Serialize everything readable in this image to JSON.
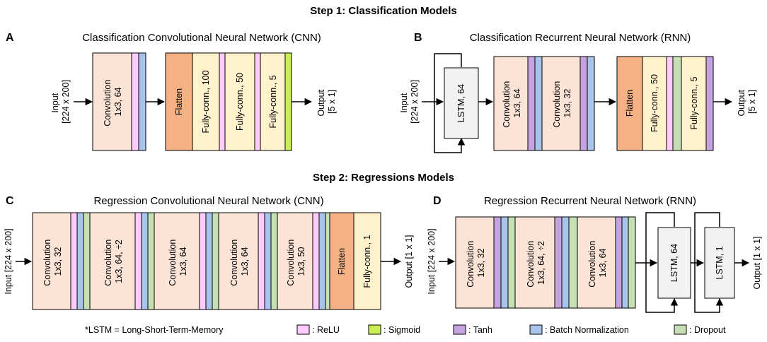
{
  "step1_title": "Step 1: Classification Models",
  "step2_title": "Step 2: Regressions Models",
  "colors": {
    "conv": "#fbe3d6",
    "flatten": "#f4b183",
    "fc": "#fff2cc",
    "relu": "#ffccff",
    "sigmoid": "#ccee55",
    "tanh": "#c4a3e0",
    "batchnorm": "#a9c4eb",
    "dropout": "#c5e0b4",
    "lstm": "#f2f2f2",
    "stroke": "#000000"
  },
  "panels": {
    "A": {
      "letter": "A",
      "title": "Classification Convolutional Neural Network (CNN)",
      "input_lines": [
        "Input",
        "[224 x 200]"
      ],
      "output_lines": [
        "Output",
        "[5 x 1]"
      ],
      "conv_lines": [
        "Convolution",
        "1x3, 64"
      ],
      "flatten": "Flatten",
      "fc1": "Fully-conn., 100",
      "fc2": "Fully-conn., 50",
      "fc3": "Fully-conn., 5"
    },
    "B": {
      "letter": "B",
      "title": "Classification Recurrent Neural Network (RNN)",
      "input_lines": [
        "Input",
        "[224 x 200]"
      ],
      "output_lines": [
        "Output",
        "[5 x 1]"
      ],
      "lstm": "LSTM, 64",
      "conv1_lines": [
        "Convolution",
        "1x3, 64"
      ],
      "conv2_lines": [
        "Convolution",
        "1x3, 32"
      ],
      "flatten": "Flatten",
      "fc1": "Fully-conn., 50",
      "fc2": "Fully-conn., 5"
    },
    "C": {
      "letter": "C",
      "title": "Regression Convolutional Neural Network (CNN)",
      "input": "Input [224 x 200]",
      "output": "Output [1 x 1]",
      "convs": [
        [
          "Convolution",
          "1x3, 32"
        ],
        [
          "Convolution",
          "1x3, 64, ÷2"
        ],
        [
          "Convolution",
          "1x3, 64"
        ],
        [
          "Convolution",
          "1x3, 64"
        ],
        [
          "Convolution",
          "1x3, 50"
        ]
      ],
      "flatten": "Flatten",
      "fc": "Fully-conn., 1"
    },
    "D": {
      "letter": "D",
      "title": "Regression Recurrent Neural Network (RNN)",
      "input": "Input [224 x 200]",
      "output": "Output [1 x 1]",
      "convs": [
        [
          "Convolution",
          "1x3, 32"
        ],
        [
          "Convolution",
          "1x3, 64, ÷2"
        ],
        [
          "Convolution",
          "1x3, 64"
        ]
      ],
      "lstm1": "LSTM, 64",
      "lstm2": "LSTM, 1"
    }
  },
  "footnote": "*LSTM = Long-Short-Term-Memory",
  "legend": [
    {
      "key": "relu",
      "label": ": ReLU"
    },
    {
      "key": "sigmoid",
      "label": ": Sigmoid"
    },
    {
      "key": "tanh",
      "label": ": Tanh"
    },
    {
      "key": "batchnorm",
      "label": ": Batch Normalization"
    },
    {
      "key": "dropout",
      "label": ": Dropout"
    }
  ]
}
